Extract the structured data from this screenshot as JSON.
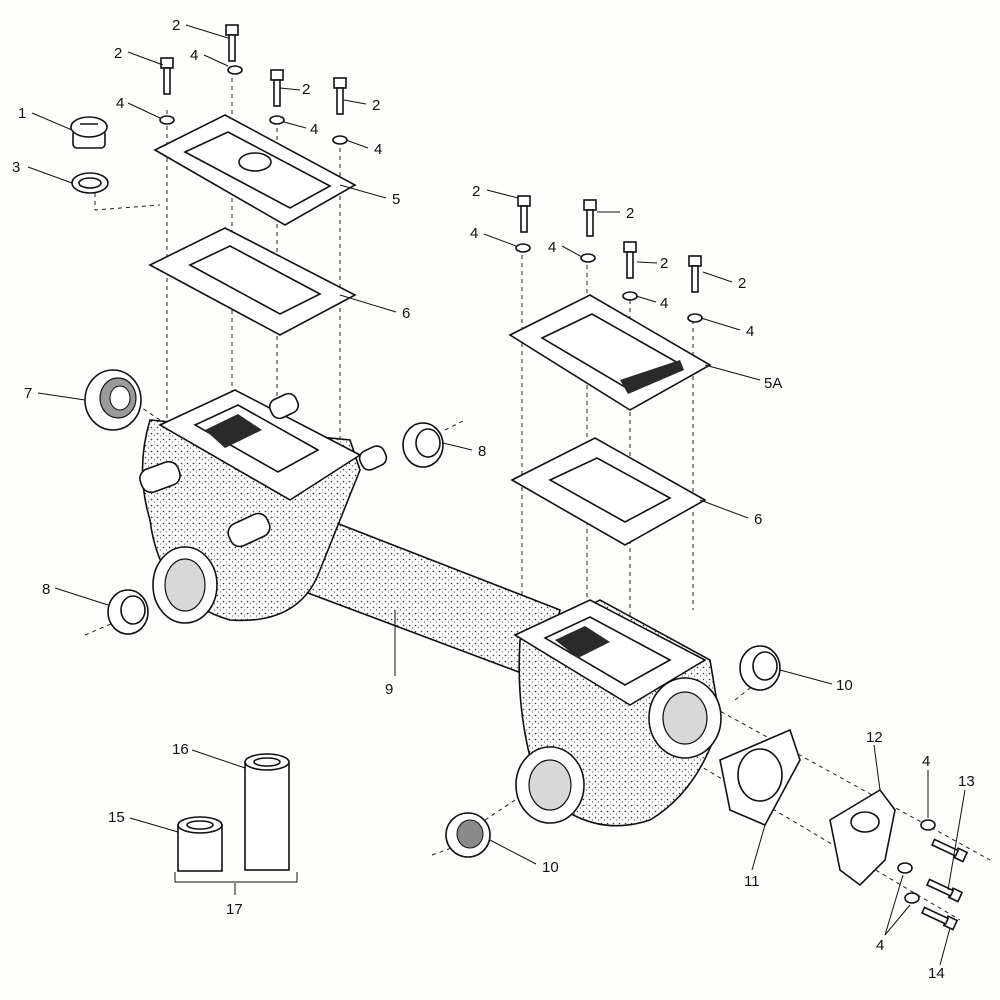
{
  "diagram": {
    "callouts": [
      {
        "id": "c1",
        "text": "1"
      },
      {
        "id": "c2a",
        "text": "2"
      },
      {
        "id": "c2b",
        "text": "2"
      },
      {
        "id": "c2c",
        "text": "2"
      },
      {
        "id": "c2d",
        "text": "2"
      },
      {
        "id": "c2e",
        "text": "2"
      },
      {
        "id": "c2f",
        "text": "2"
      },
      {
        "id": "c2g",
        "text": "2"
      },
      {
        "id": "c2h",
        "text": "2"
      },
      {
        "id": "c3",
        "text": "3"
      },
      {
        "id": "c4a",
        "text": "4"
      },
      {
        "id": "c4b",
        "text": "4"
      },
      {
        "id": "c4c",
        "text": "4"
      },
      {
        "id": "c4d",
        "text": "4"
      },
      {
        "id": "c4e",
        "text": "4"
      },
      {
        "id": "c4f",
        "text": "4"
      },
      {
        "id": "c4g",
        "text": "4"
      },
      {
        "id": "c4h",
        "text": "4"
      },
      {
        "id": "c4i",
        "text": "4"
      },
      {
        "id": "c4j",
        "text": "4"
      },
      {
        "id": "c5",
        "text": "5"
      },
      {
        "id": "c5a",
        "text": "5A"
      },
      {
        "id": "c6a",
        "text": "6"
      },
      {
        "id": "c6b",
        "text": "6"
      },
      {
        "id": "c7",
        "text": "7"
      },
      {
        "id": "c8a",
        "text": "8"
      },
      {
        "id": "c8b",
        "text": "8"
      },
      {
        "id": "c9",
        "text": "9"
      },
      {
        "id": "c10a",
        "text": "10"
      },
      {
        "id": "c10b",
        "text": "10"
      },
      {
        "id": "c11",
        "text": "11"
      },
      {
        "id": "c12",
        "text": "12"
      },
      {
        "id": "c13",
        "text": "13"
      },
      {
        "id": "c14",
        "text": "14"
      },
      {
        "id": "c15",
        "text": "15"
      },
      {
        "id": "c16",
        "text": "16"
      },
      {
        "id": "c17",
        "text": "17"
      }
    ]
  }
}
